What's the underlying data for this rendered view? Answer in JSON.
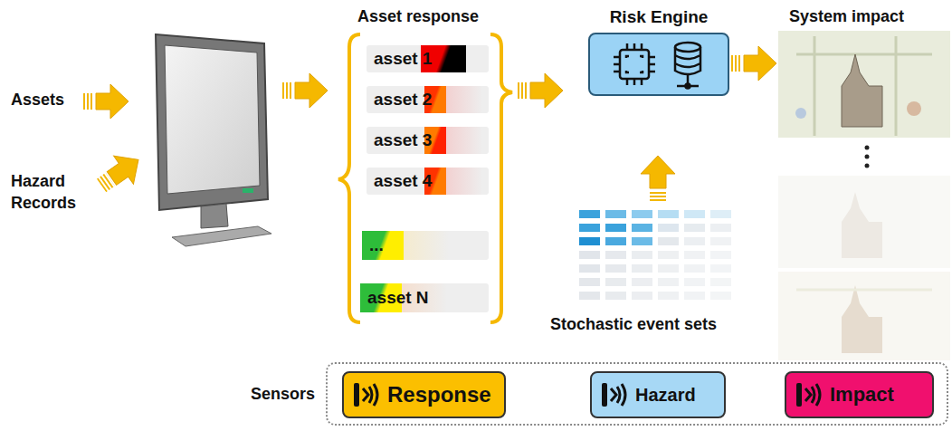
{
  "diagram": {
    "nodes": [
      {
        "text": [
          "asset 1"
        ]
      },
      {
        "text": [
          "asset 2"
        ]
      },
      {
        "text": [
          "asset 3"
        ]
      },
      {
        "text": [
          "asset 4"
        ]
      },
      {
        "text": [
          "..."
        ]
      },
      {
        "text": [
          "asset N"
        ]
      },
      {
        "text": [
          "Risk Engine"
        ]
      },
      {
        "text": [
          "Sensors"
        ]
      },
      {
        "text": [
          "Response"
        ],
        "in": 7
      },
      {
        "text": [
          "Hazard"
        ],
        "in": 7
      },
      {
        "text": [
          "Impact"
        ],
        "in": 7
      }
    ],
    "labels": [
      "Assets",
      "Hazard Records",
      "Asset response",
      "Stochastic event sets",
      "System impact"
    ]
  }
}
